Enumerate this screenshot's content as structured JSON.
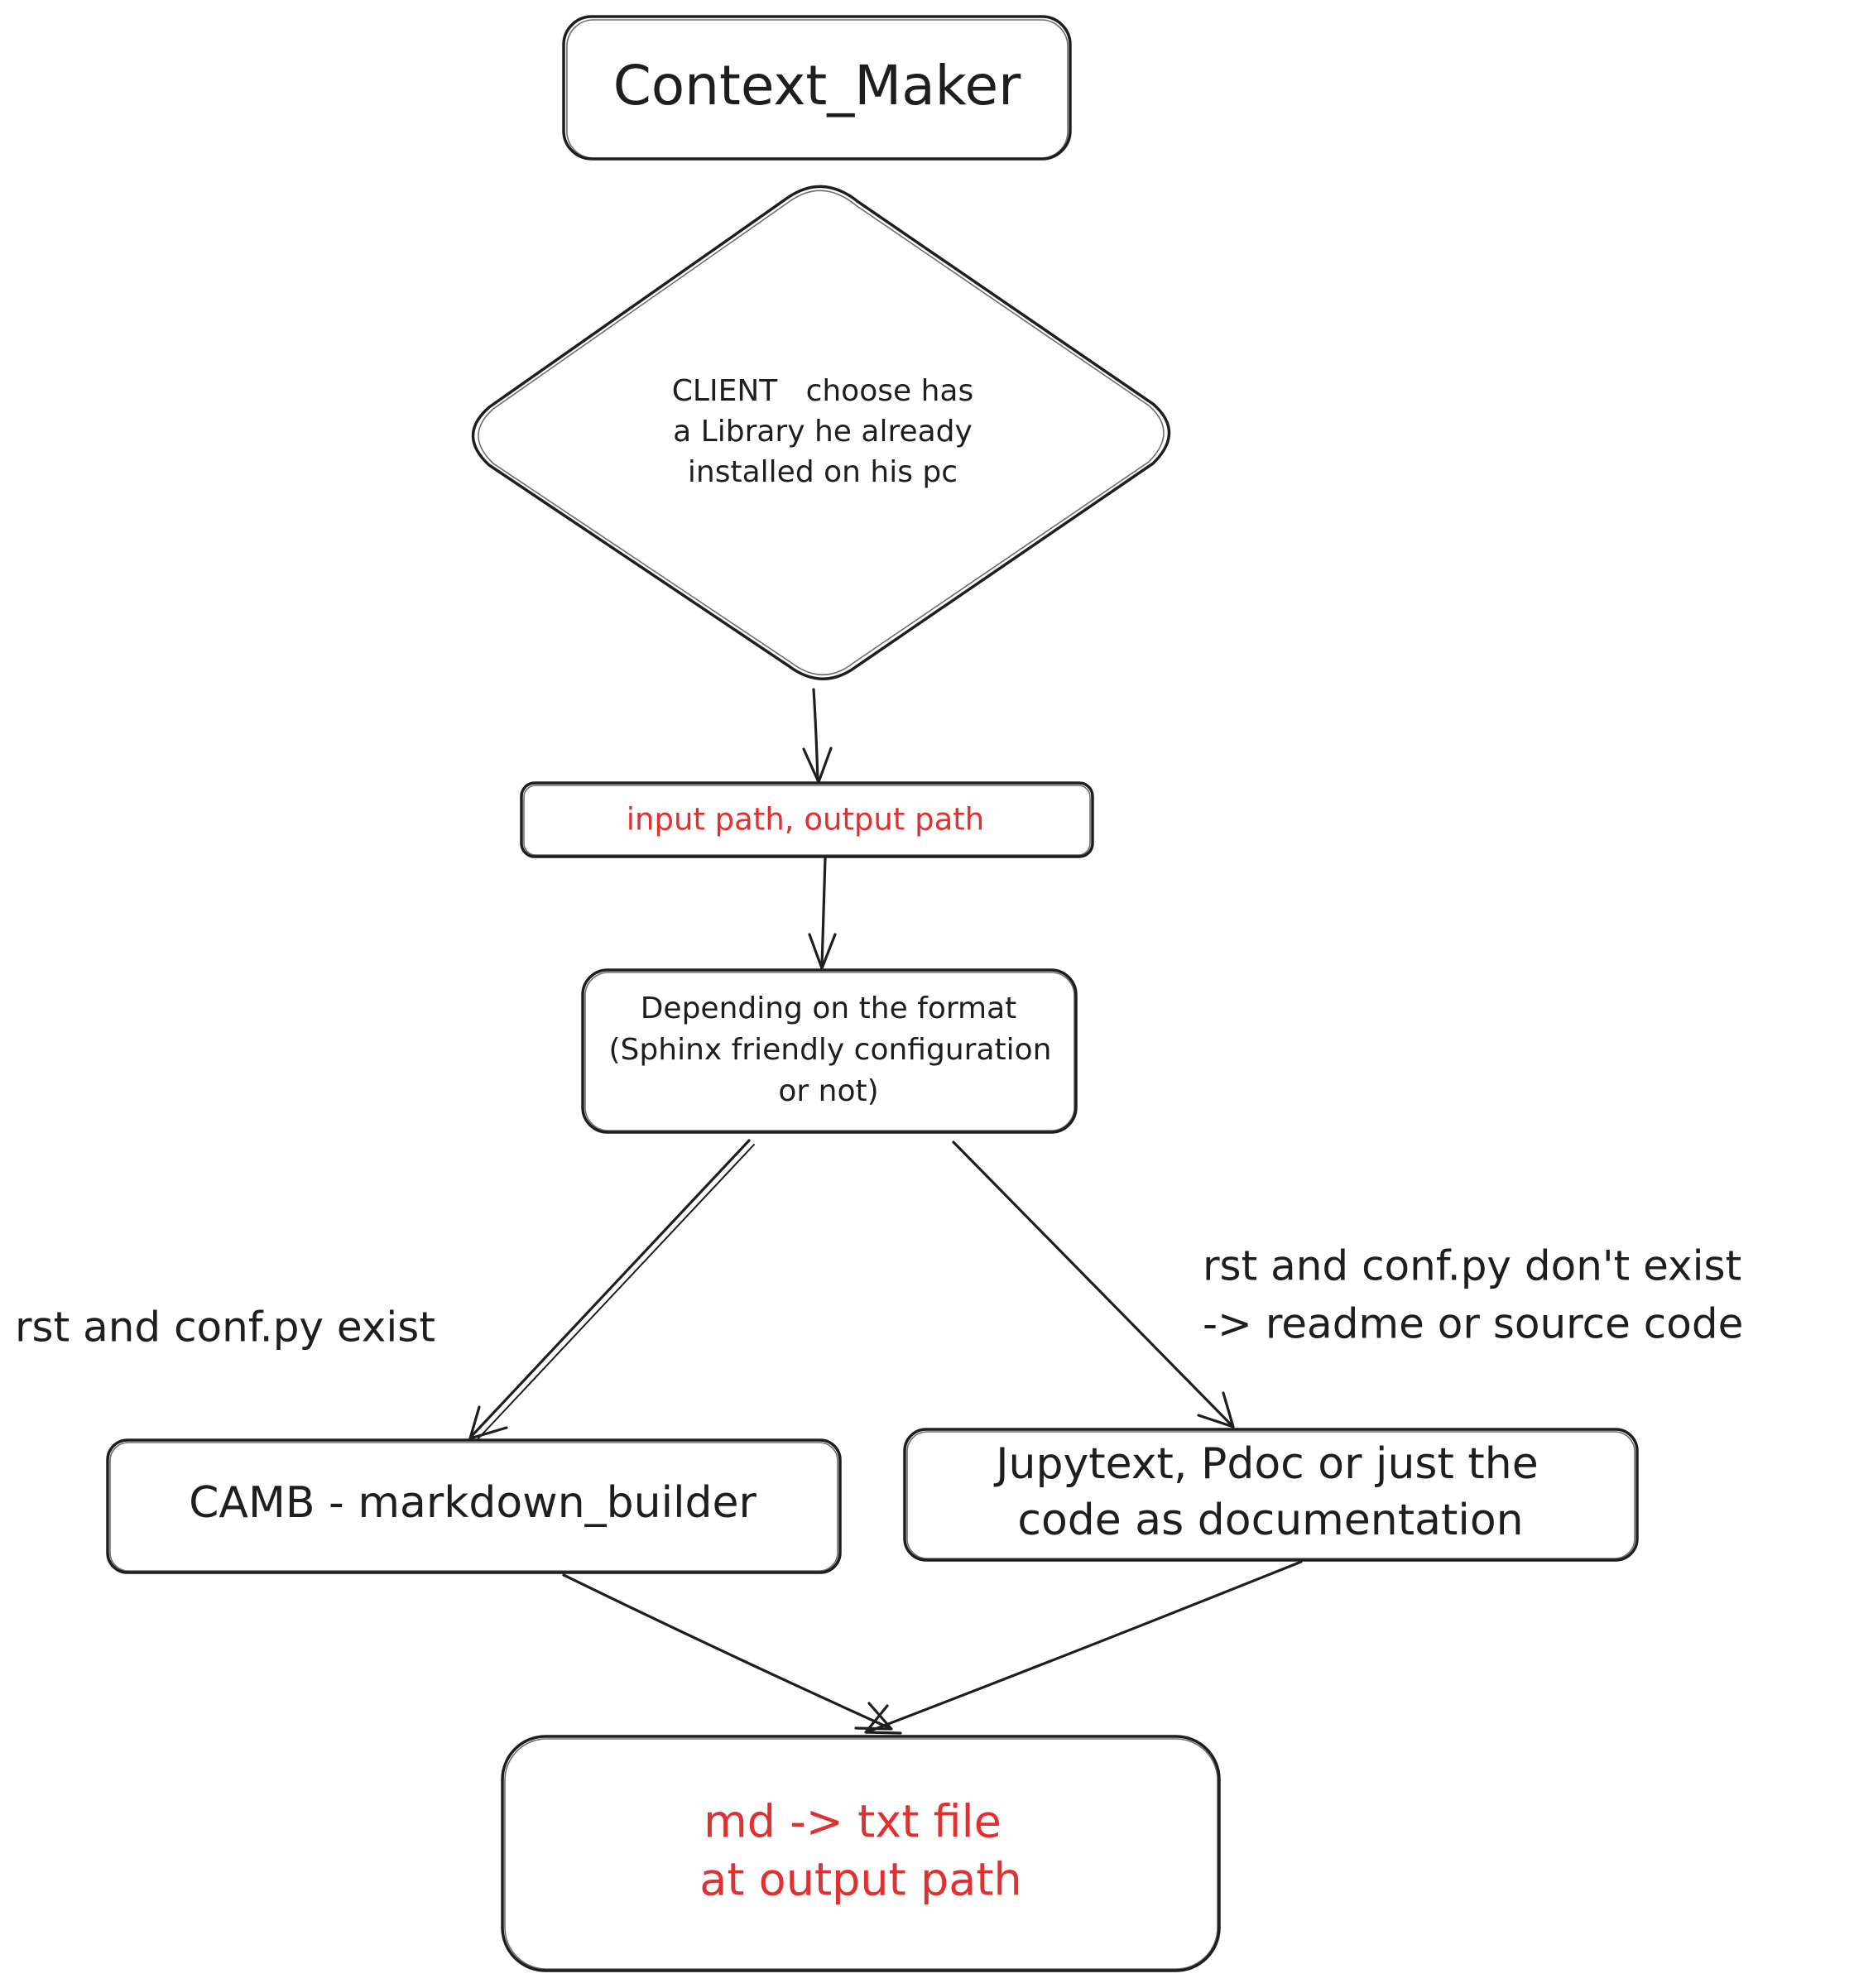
{
  "colors": {
    "stroke": "#1e1e1e",
    "accent": "#e03131",
    "background": "#ffffff"
  },
  "nodes": {
    "title": {
      "text": "Context_Maker"
    },
    "decision": {
      "lines": [
        "CLIENT   choose has",
        "a Library he already",
        "installed on his pc"
      ]
    },
    "paths": {
      "text": "input path, output path"
    },
    "format": {
      "lines": [
        "Depending on the format",
        "(Sphinx friendly configuration",
        "or not)"
      ]
    },
    "camb": {
      "text": "CAMB - markdown_builder"
    },
    "jupytext": {
      "lines": [
        "Jupytext, Pdoc or just the",
        "code as documentation"
      ]
    },
    "output": {
      "lines": [
        "md -> txt file",
        "at output path"
      ]
    }
  },
  "edge_labels": {
    "left": {
      "text": "rst and conf.py exist"
    },
    "right": {
      "lines": [
        "rst and conf.py don't exist",
        "-> readme or source code"
      ]
    }
  }
}
